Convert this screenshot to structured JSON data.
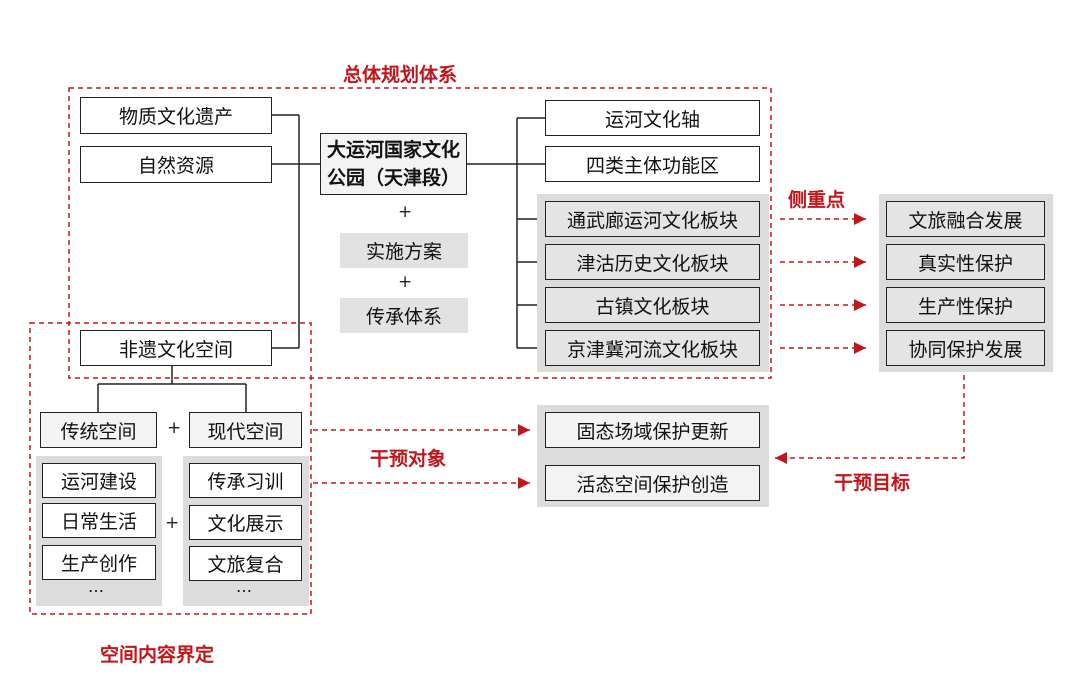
{
  "title_top": "总体规划体系",
  "title_bottom": "空间内容界定",
  "center_box": [
    "大运河国家文化",
    "公园（天津段）"
  ],
  "left_items": [
    "物质文化遗产",
    "自然资源",
    "非遗文化空间"
  ],
  "middle": {
    "plus": "+",
    "impl": "实施方案",
    "inherit": "传承体系"
  },
  "right_top": [
    "运河文化轴",
    "四类主体功能区"
  ],
  "sectors": [
    "通武廊运河文化板块",
    "津沽历史文化板块",
    "古镇文化板块",
    "京津冀河流文化板块"
  ],
  "focus_label": "侧重点",
  "focus_items": [
    "文旅融合发展",
    "真实性保护",
    "生产性保护",
    "协同保护发展"
  ],
  "space_split": {
    "traditional": "传统空间",
    "modern": "现代空间",
    "plus": "+"
  },
  "traditional_items": [
    "运河建设",
    "日常生活",
    "生产创作"
  ],
  "modern_items": [
    "传承习训",
    "文化展示",
    "文旅复合"
  ],
  "ellipsis": "…",
  "target_label": "干预对象",
  "goal_label": "干预目标",
  "intervention_items": [
    "固态场域保护更新",
    "活态空间保护创造"
  ]
}
